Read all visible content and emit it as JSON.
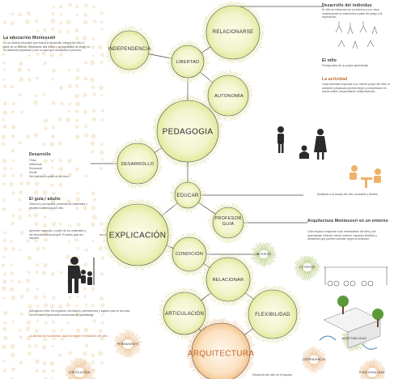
{
  "nodes": {
    "independencia": "INDEPENDENCIA",
    "relacionarse": "RELACIONARSE",
    "libertad": "LIBERTAD",
    "autonomia": "AUTONOMÍA",
    "pedagogia": "PEDAGOGIA",
    "desarrollo": "DESARROLLO",
    "educar": "EDUCAR",
    "explicacion": "EXPLICACIÓN",
    "profesor_guia": "PROFESOR GUÍA",
    "condicion": "CONDICIÓN",
    "relacionar": "RELACIONAR",
    "flexibilidad": "FLEXIBILIDAD",
    "articulacion": "ARTICULACIÓN",
    "arquitectura": "ARQUITECTURA"
  },
  "small_nodes": {
    "interior": "INTERIOR",
    "exterior": "EXTERIOR",
    "permanente": "PERMANENTE",
    "circulacion": "CIRCULACION",
    "adaptabilidad": "ADAPTABILIDAD",
    "dependencia": "DEPENDENCIA",
    "funcionalidad": "FUNCIONALIDAD"
  },
  "texts": {
    "educacion_title": "La educación Montessori",
    "educacion_body": "Es un modelo educativo que busca el desarrollo integral del niño a partir de su libertad, respetando sus ritmos y su capacidad de elegir, en un ambiente preparado y con un guía que acompaña el proceso.",
    "desarrollo_title": "Desarrollo",
    "desarrollo_items": [
      "Físico",
      "Intelectual",
      "Emocional",
      "Social",
      "Del individuo a partir de su ritmo"
    ],
    "guia_title": "El guía / adulto",
    "guia_body": "Observa y acompaña, presenta los materiales y respeta los tiempos del niño.",
    "explic_body": "Aprender haciendo, a partir de los materiales y del descubrimiento propio. El adulto guía sin imponer.",
    "niño_title": "El niño",
    "niño_body": "Protagonista de su propio aprendizaje",
    "actividad_title": "La actividad",
    "actividad_body": "Cada actividad responde a un interés propio del niño; el ambiente preparado permite elegir y concentrarse en tareas reales, desarrollando independencia.",
    "top_right_title": "Desarrollo del individuo",
    "top_right_body": "El niño se relaciona con su entorno y con otros, construyendo su autonomía a partir del juego y la exploración.",
    "mesa_body": "Mobiliario a la escala del niño, accesible y flexible.",
    "arq_title": "Arquitectura Montessori en un entorno",
    "arq_body": "Cada espacio responde a las necesidades del niño y del aprendizaje: relación interior-exterior, espacios flexibles y ambientes que pueden cambiar según la actividad.",
    "articul_body": "Articulación entre los espacios: circulación, permanencia y lugares que se vinculan con el exterior generando secuencias de aprendizaje.",
    "libertad_body": "La libertad de movimiento: aspecto vital en el desarrollo del niño.",
    "bottom_caption": "Desarrollo del niño en el espacio"
  },
  "colors": {
    "node_fill": "#eef2c3",
    "node_stroke": "#c9d36a",
    "line": "#4a4a4a",
    "orange": "#e4a15c",
    "background_dots": "#f6ecd8",
    "accent_text": "#c0632a"
  }
}
